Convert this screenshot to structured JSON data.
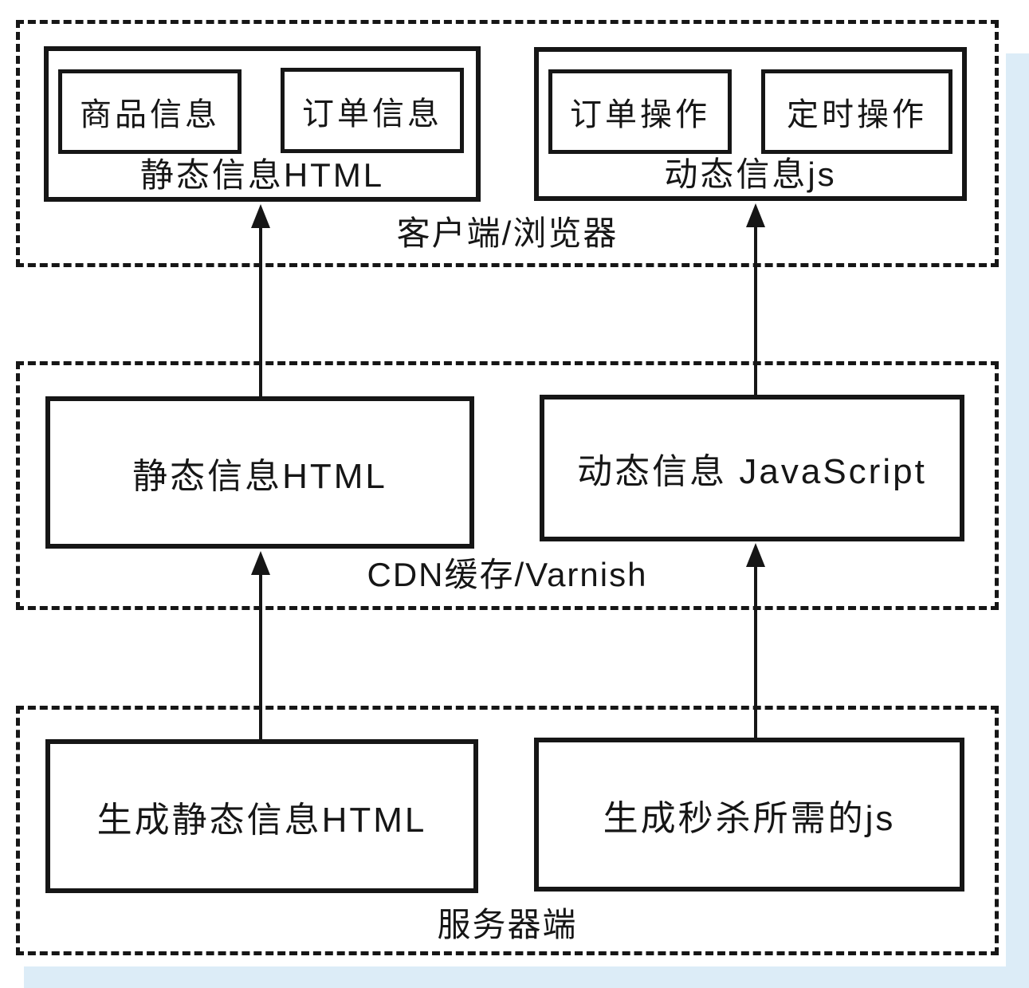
{
  "page": {
    "background": "#ffffff",
    "page_edge_color": "#dcecf7",
    "line_color": "#161616"
  },
  "layers": {
    "client": {
      "label": "客户端/浏览器",
      "static_box": {
        "title": "静态信息HTML",
        "items": [
          "商品信息",
          "订单信息"
        ]
      },
      "dynamic_box": {
        "title": "动态信息js",
        "items": [
          "订单操作",
          "定时操作"
        ]
      }
    },
    "cdn": {
      "label": "CDN缓存/Varnish",
      "static_box": {
        "title": "静态信息HTML"
      },
      "dynamic_box": {
        "title": "动态信息 JavaScript"
      }
    },
    "server": {
      "label": "服务器端",
      "static_box": {
        "title": "生成静态信息HTML"
      },
      "dynamic_box": {
        "title": "生成秒杀所需的js"
      }
    }
  }
}
